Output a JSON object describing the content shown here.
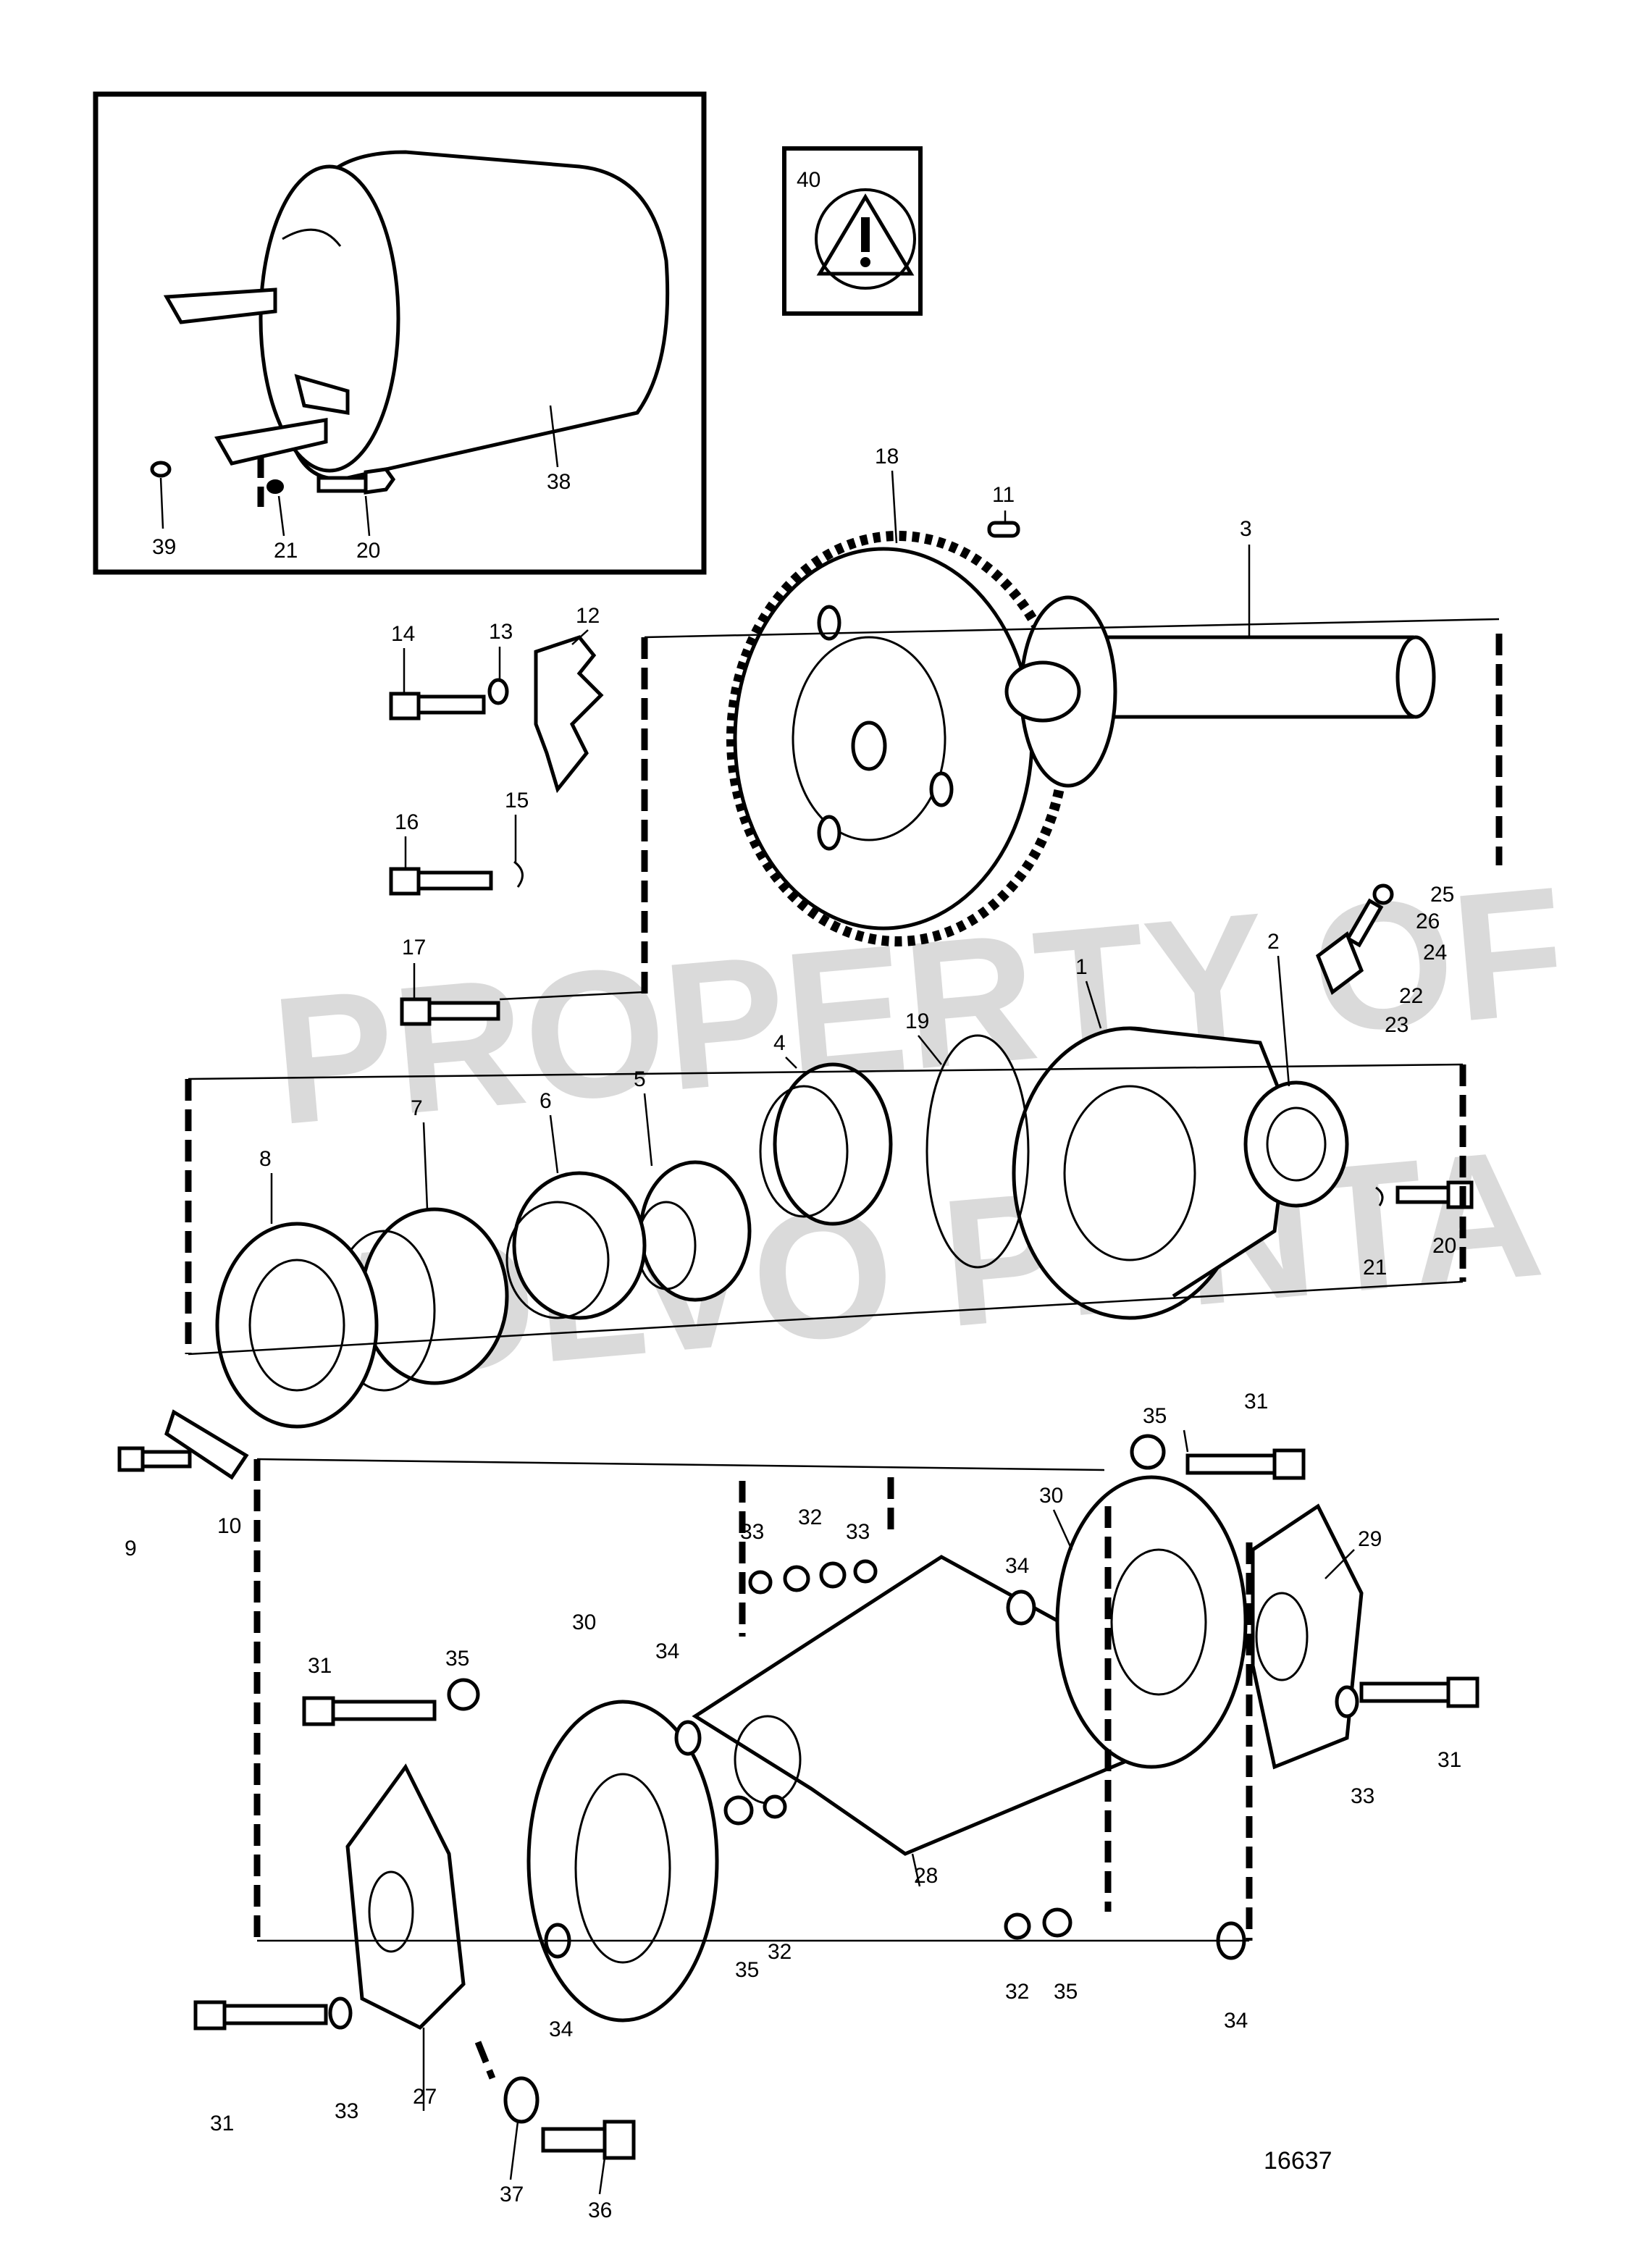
{
  "watermark": {
    "line1": "PROPERTY OF",
    "line2": "VOLVO PENTA"
  },
  "warning": {
    "number": "40",
    "icon": "warning-triangle-icon"
  },
  "figure_number": "16637",
  "callouts": {
    "inset": [
      "38",
      "39",
      "21",
      "20"
    ],
    "gear_group": [
      "18",
      "11",
      "3",
      "14",
      "13",
      "12",
      "16",
      "15",
      "17",
      "25",
      "26",
      "24",
      "22",
      "23",
      "2",
      "1",
      "19"
    ],
    "bearing_group": [
      "4",
      "5",
      "6",
      "7",
      "8",
      "9",
      "10",
      "21",
      "20"
    ],
    "bracket_group": [
      "31",
      "35",
      "30",
      "29",
      "33",
      "32",
      "34",
      "28",
      "27",
      "36",
      "37"
    ]
  }
}
